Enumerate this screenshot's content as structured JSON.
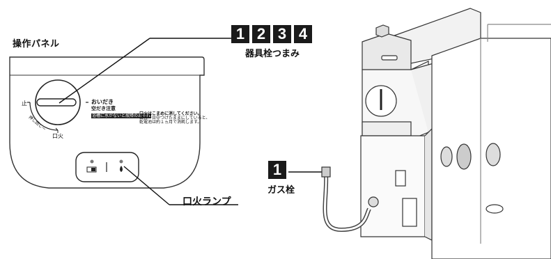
{
  "panel_title": "操作パネル",
  "numbers": [
    "1",
    "2",
    "3",
    "4"
  ],
  "valve_label": "器具栓つまみ",
  "gas_number": "1",
  "gas_label": "ガス栓",
  "lamp_label": "口火ランプ",
  "knob": {
    "stop": "止",
    "oidaki": "おいだき",
    "kuchibi": "口火",
    "push_turn": "押し回しー",
    "caution": "空だき注意",
    "caution_sub": "浴槽に水がないと故障のおそれ"
  },
  "note": {
    "line1": "口火はこまめに消してください。",
    "line2": "口火ー日中つけたままにしていると、",
    "line3": "乾電池は約１ヵ月で消耗します。"
  }
}
